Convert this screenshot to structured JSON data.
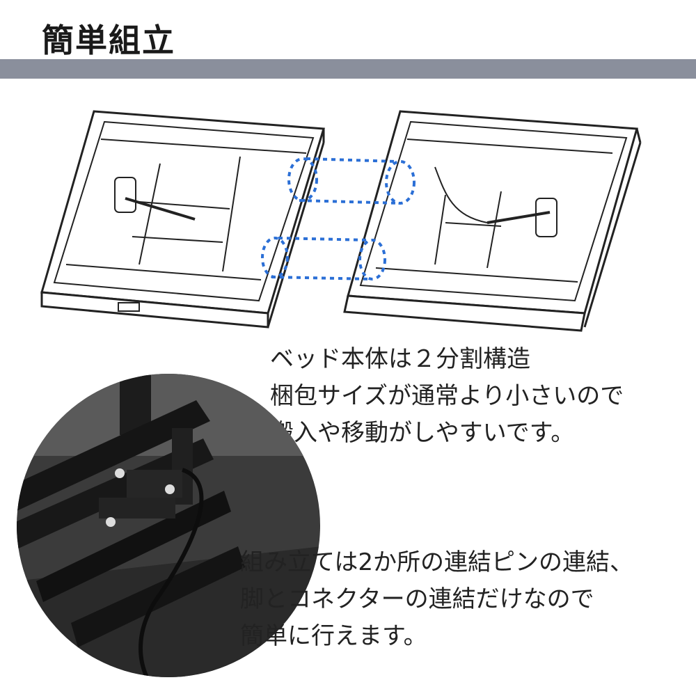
{
  "header": {
    "title": "簡単組立"
  },
  "colors": {
    "band": "#8a8f9c",
    "connector_dash": "#2b6fd6"
  },
  "section1": {
    "lines": [
      "ベッド本体は２分割構造",
      "梱包サイズが通常より小さいので",
      "搬入や移動がしやすいです。"
    ]
  },
  "section2": {
    "lines": [
      "組み立ては2か所の連結ピンの連結、",
      "脚とコネクターの連結だけなので",
      "簡単に行えます。"
    ]
  },
  "icons": [
    "bed-frame-left-illustration",
    "bed-frame-right-illustration",
    "connector-link-dashes",
    "connector-closeup-photo"
  ]
}
